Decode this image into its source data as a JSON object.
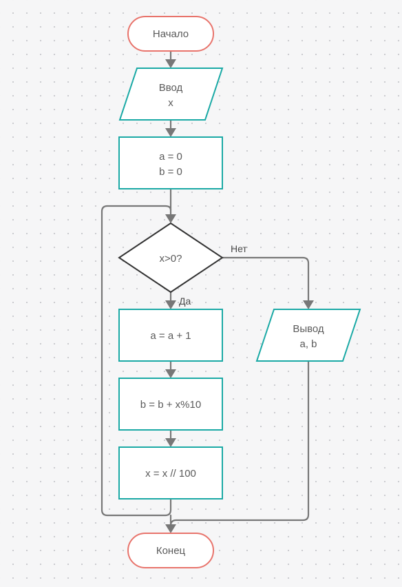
{
  "colors": {
    "terminal_border": "#e8736b",
    "process_border": "#1aa9a5",
    "decision_border": "#333333",
    "connector": "#777777",
    "text": "#5a5a5a",
    "node_fill": "#ffffff"
  },
  "nodes": {
    "start": {
      "lines": [
        "Начало"
      ]
    },
    "input": {
      "lines": [
        "Ввод",
        "x"
      ]
    },
    "init": {
      "lines": [
        "a = 0",
        "b = 0"
      ]
    },
    "condition": {
      "lines": [
        "x>0?"
      ]
    },
    "inc_a": {
      "lines": [
        "a = a + 1"
      ]
    },
    "add_b": {
      "lines": [
        "b = b + x%10"
      ]
    },
    "div_x": {
      "lines": [
        "x = x // 100"
      ]
    },
    "output": {
      "lines": [
        "Вывод",
        "a, b"
      ]
    },
    "end": {
      "lines": [
        "Конец"
      ]
    }
  },
  "edge_labels": {
    "no": "Нет",
    "yes": "Да"
  }
}
